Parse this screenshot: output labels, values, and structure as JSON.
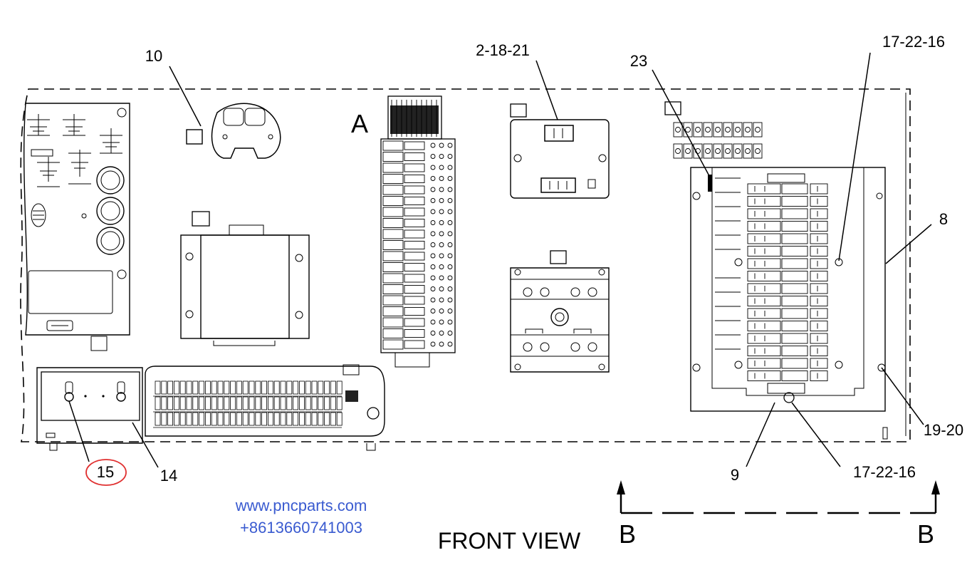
{
  "callouts": {
    "c10": "10",
    "c2_18_21": "2-18-21",
    "c23": "23",
    "c17_22_16_top": "17-22-16",
    "c8": "8",
    "c19_20": "19-20",
    "c17_22_16_bottom": "17-22-16",
    "c9": "9",
    "c14": "14",
    "c15": "15"
  },
  "labels": {
    "section_a": "A",
    "view_title": "FRONT VIEW",
    "section_b_left": "B",
    "section_b_right": "B"
  },
  "watermark": {
    "website": "www.pncparts.com",
    "phone": "+8613660741003"
  },
  "highlight": {
    "circled_callout": "15",
    "color": "#e03030"
  }
}
